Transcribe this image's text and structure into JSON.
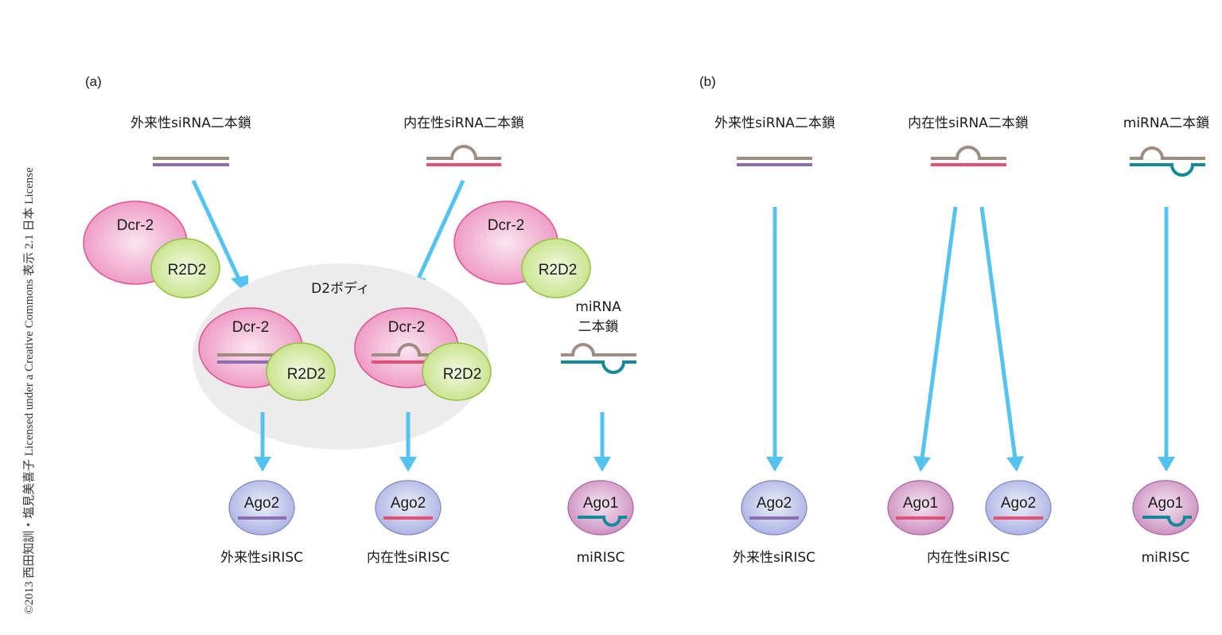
{
  "credit": "©2013 西田知訓・塩見美喜子 Licensed under a Creative Commons 表示 2.1 日本 License",
  "colors": {
    "arrow": "#55c3ef",
    "guide_strand": "#9e8d83",
    "exo_sirna_strand": "#8a6fb4",
    "endo_sirna_strand": "#e54f74",
    "mirna_strand": "#14899a",
    "dcr2": "#f0a0c8",
    "r2d2": "#cde79a",
    "ago2": "#b8bfe6",
    "ago1": "#d79ccb",
    "d2_body": "#ececec"
  },
  "panel_a": {
    "label": "(a)",
    "sources": {
      "exo": "外来性siRNA二本鎖",
      "endo": "内在性siRNA二本鎖",
      "mirna_line1": "miRNA",
      "mirna_line2": "二本鎖"
    },
    "d2_body_label": "D2ボディ",
    "proteins": {
      "dcr2": "Dcr-2",
      "r2d2": "R2D2",
      "ago2": "Ago2",
      "ago1": "Ago1"
    },
    "products": {
      "exo": "外来性siRISC",
      "endo": "内在性siRISC",
      "mirna": "miRISC"
    }
  },
  "panel_b": {
    "label": "(b)",
    "sources": {
      "exo": "外来性siRNA二本鎖",
      "endo": "内在性siRNA二本鎖",
      "mirna": "miRNA二本鎖"
    },
    "proteins": {
      "ago2": "Ago2",
      "ago1": "Ago1"
    },
    "products": {
      "exo": "外来性siRISC",
      "endo": "内在性siRISC",
      "mirna": "miRISC"
    }
  }
}
